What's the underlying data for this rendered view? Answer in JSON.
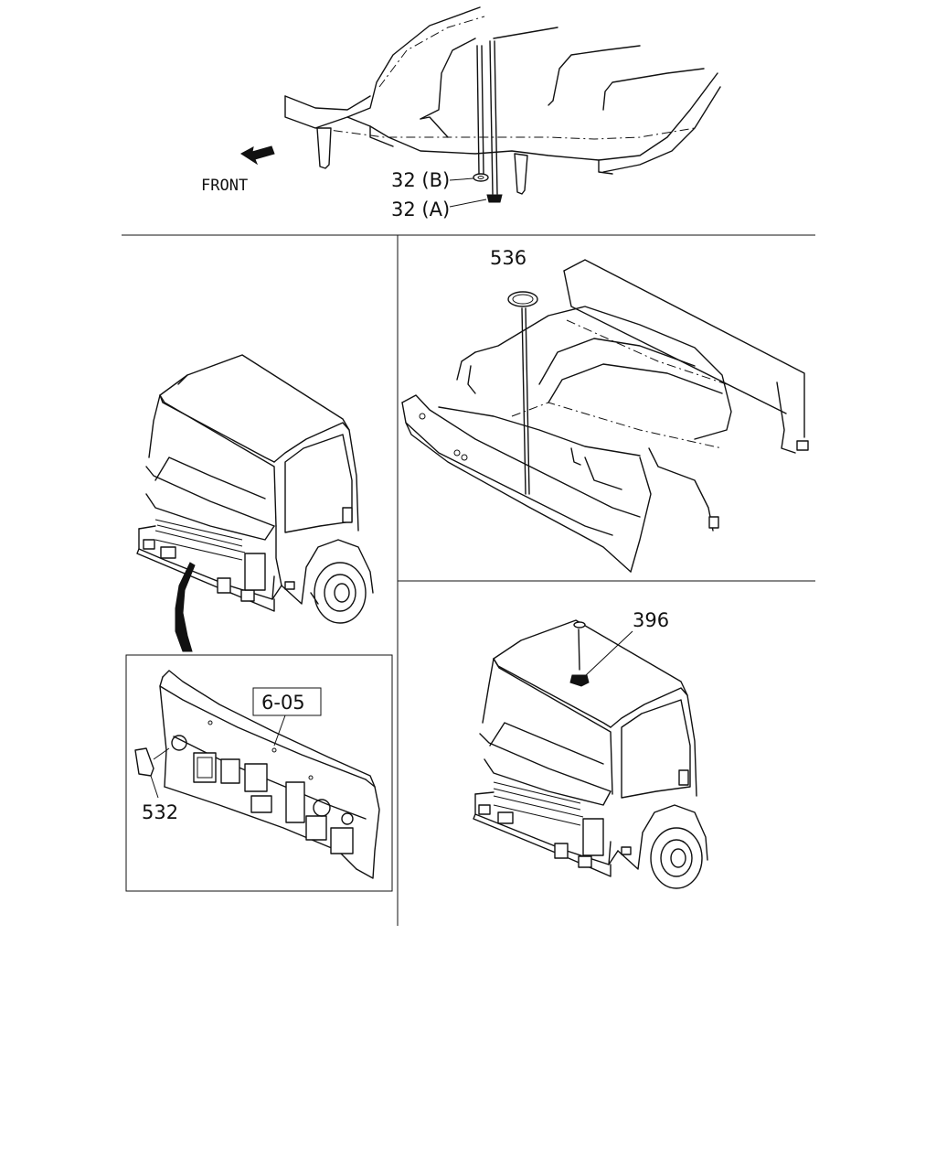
{
  "labels": {
    "front": "FRONT",
    "part_32b": "32 (B)",
    "part_32a": "32 (A)",
    "part_536": "536",
    "part_605": "6-05",
    "part_532": "532",
    "part_396": "396"
  },
  "icons": {
    "front_arrow": "arrow-down-left-icon"
  }
}
